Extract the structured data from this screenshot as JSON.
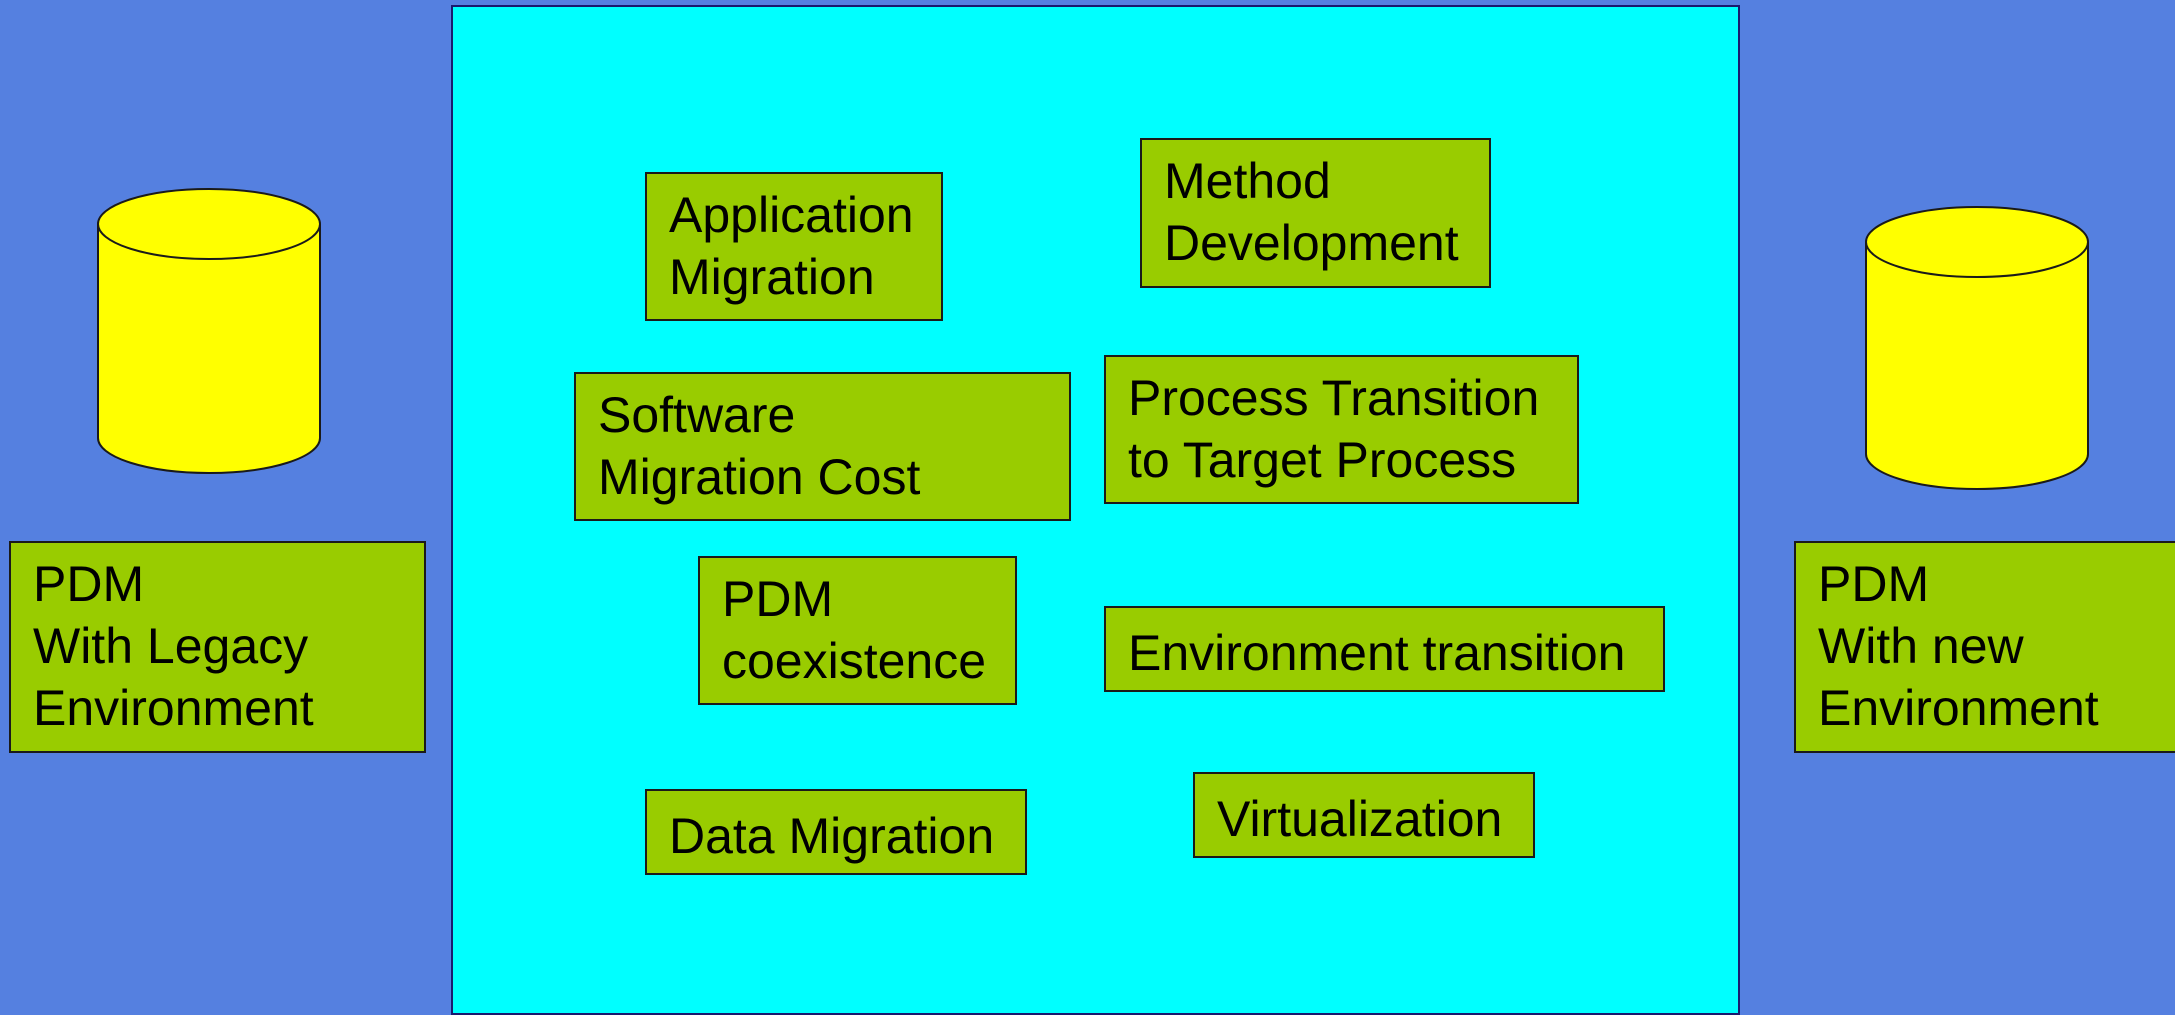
{
  "colors": {
    "background": "#5580E0",
    "center_panel": "#00FFFF",
    "box_fill": "#99CC00",
    "cylinder_fill": "#FFFF00"
  },
  "left": {
    "cylinder_icon": "database-cylinder",
    "label": "PDM\nWith Legacy\nEnvironment"
  },
  "right": {
    "cylinder_icon": "database-cylinder",
    "label": "PDM\nWith new\nEnvironment"
  },
  "center": {
    "application_migration": "Application\nMigration",
    "method_development": "Method\nDevelopment",
    "software_migration_cost": "Software\nMigration Cost",
    "process_transition": "Process Transition\nto Target Process",
    "pdm_coexistence": "PDM\ncoexistence",
    "environment_transition": "Environment transition",
    "data_migration": "Data Migration",
    "virtualization": "Virtualization"
  }
}
